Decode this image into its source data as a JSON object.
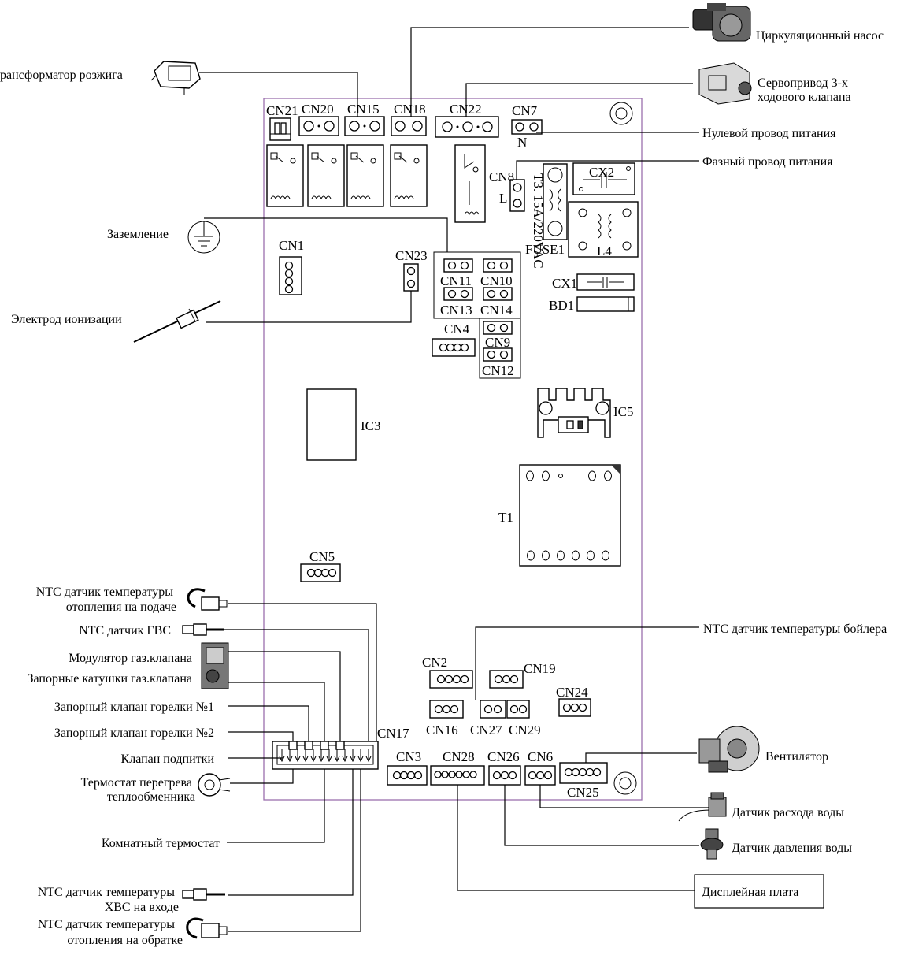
{
  "labels": {
    "pump": "Циркуляционный насос",
    "ignition_transformer": "рансформатор розжига",
    "servo_line1": "Сервопривод 3-х",
    "servo_line2": "ходового клапана",
    "neutral": "Нулевой провод питания",
    "phase": "Фазный провод питания",
    "ground": "Заземление",
    "ionization": "Электрод ионизации",
    "ntc_supply_line1": "NTC датчик температуры",
    "ntc_supply_line2": "отопления на подаче",
    "ntc_dhw": "NTC датчик ГВС",
    "modulator": "Модулятор газ.клапана",
    "shutoff_coils": "Запорные катушки газ.клапана",
    "burner_valve_1": "Запорный клапан горелки №1",
    "burner_valve_2": "Запорный клапан горелки №2",
    "fill_valve": "Клапан подпитки",
    "overheat_line1": "Термостат перегрева",
    "overheat_line2": "теплообменника",
    "room_thermostat": "Комнатный термостат",
    "ntc_cold_line1": "NTC датчик температуры",
    "ntc_cold_line2": "ХВС на входе",
    "ntc_return_line1": "NTC датчик температуры",
    "ntc_return_line2": "отопления на обратке",
    "ntc_boiler": "NTC датчик температуры бойлера",
    "fan": "Вентилятор",
    "flow_sensor": "Датчик расхода воды",
    "pressure_sensor": "Датчик давления воды",
    "display_board": "Дисплейная плата"
  },
  "board": {
    "CN21": "CN21",
    "CN20": "CN20",
    "CN15": "CN15",
    "CN18": "CN18",
    "CN22": "CN22",
    "CN7": "CN7",
    "N": "N",
    "CN8": "CN8",
    "L": "L",
    "fuse_rating": "T3. 15A/220VAC",
    "FUSE1": "FUSE1",
    "CX2": "CX2",
    "L4": "L4",
    "CX1": "CX1",
    "BD1": "BD1",
    "CN1": "CN1",
    "CN23": "CN23",
    "CN11": "CN11",
    "CN10": "CN10",
    "CN13": "CN13",
    "CN14": "CN14",
    "CN4": "CN4",
    "CN9": "CN9",
    "CN12": "CN12",
    "IC3": "IC3",
    "IC5": "IC5",
    "T1": "T1",
    "CN5": "CN5",
    "CN2": "CN2",
    "CN19": "CN19",
    "CN24": "CN24",
    "CN16": "CN16",
    "CN27": "CN27",
    "CN29": "CN29",
    "CN17": "CN17",
    "CN3": "CN3",
    "CN28": "CN28",
    "CN26": "CN26",
    "CN6": "CN6",
    "CN25": "CN25"
  },
  "colors": {
    "board_outline": "#9c6fae",
    "ink": "#000000"
  }
}
